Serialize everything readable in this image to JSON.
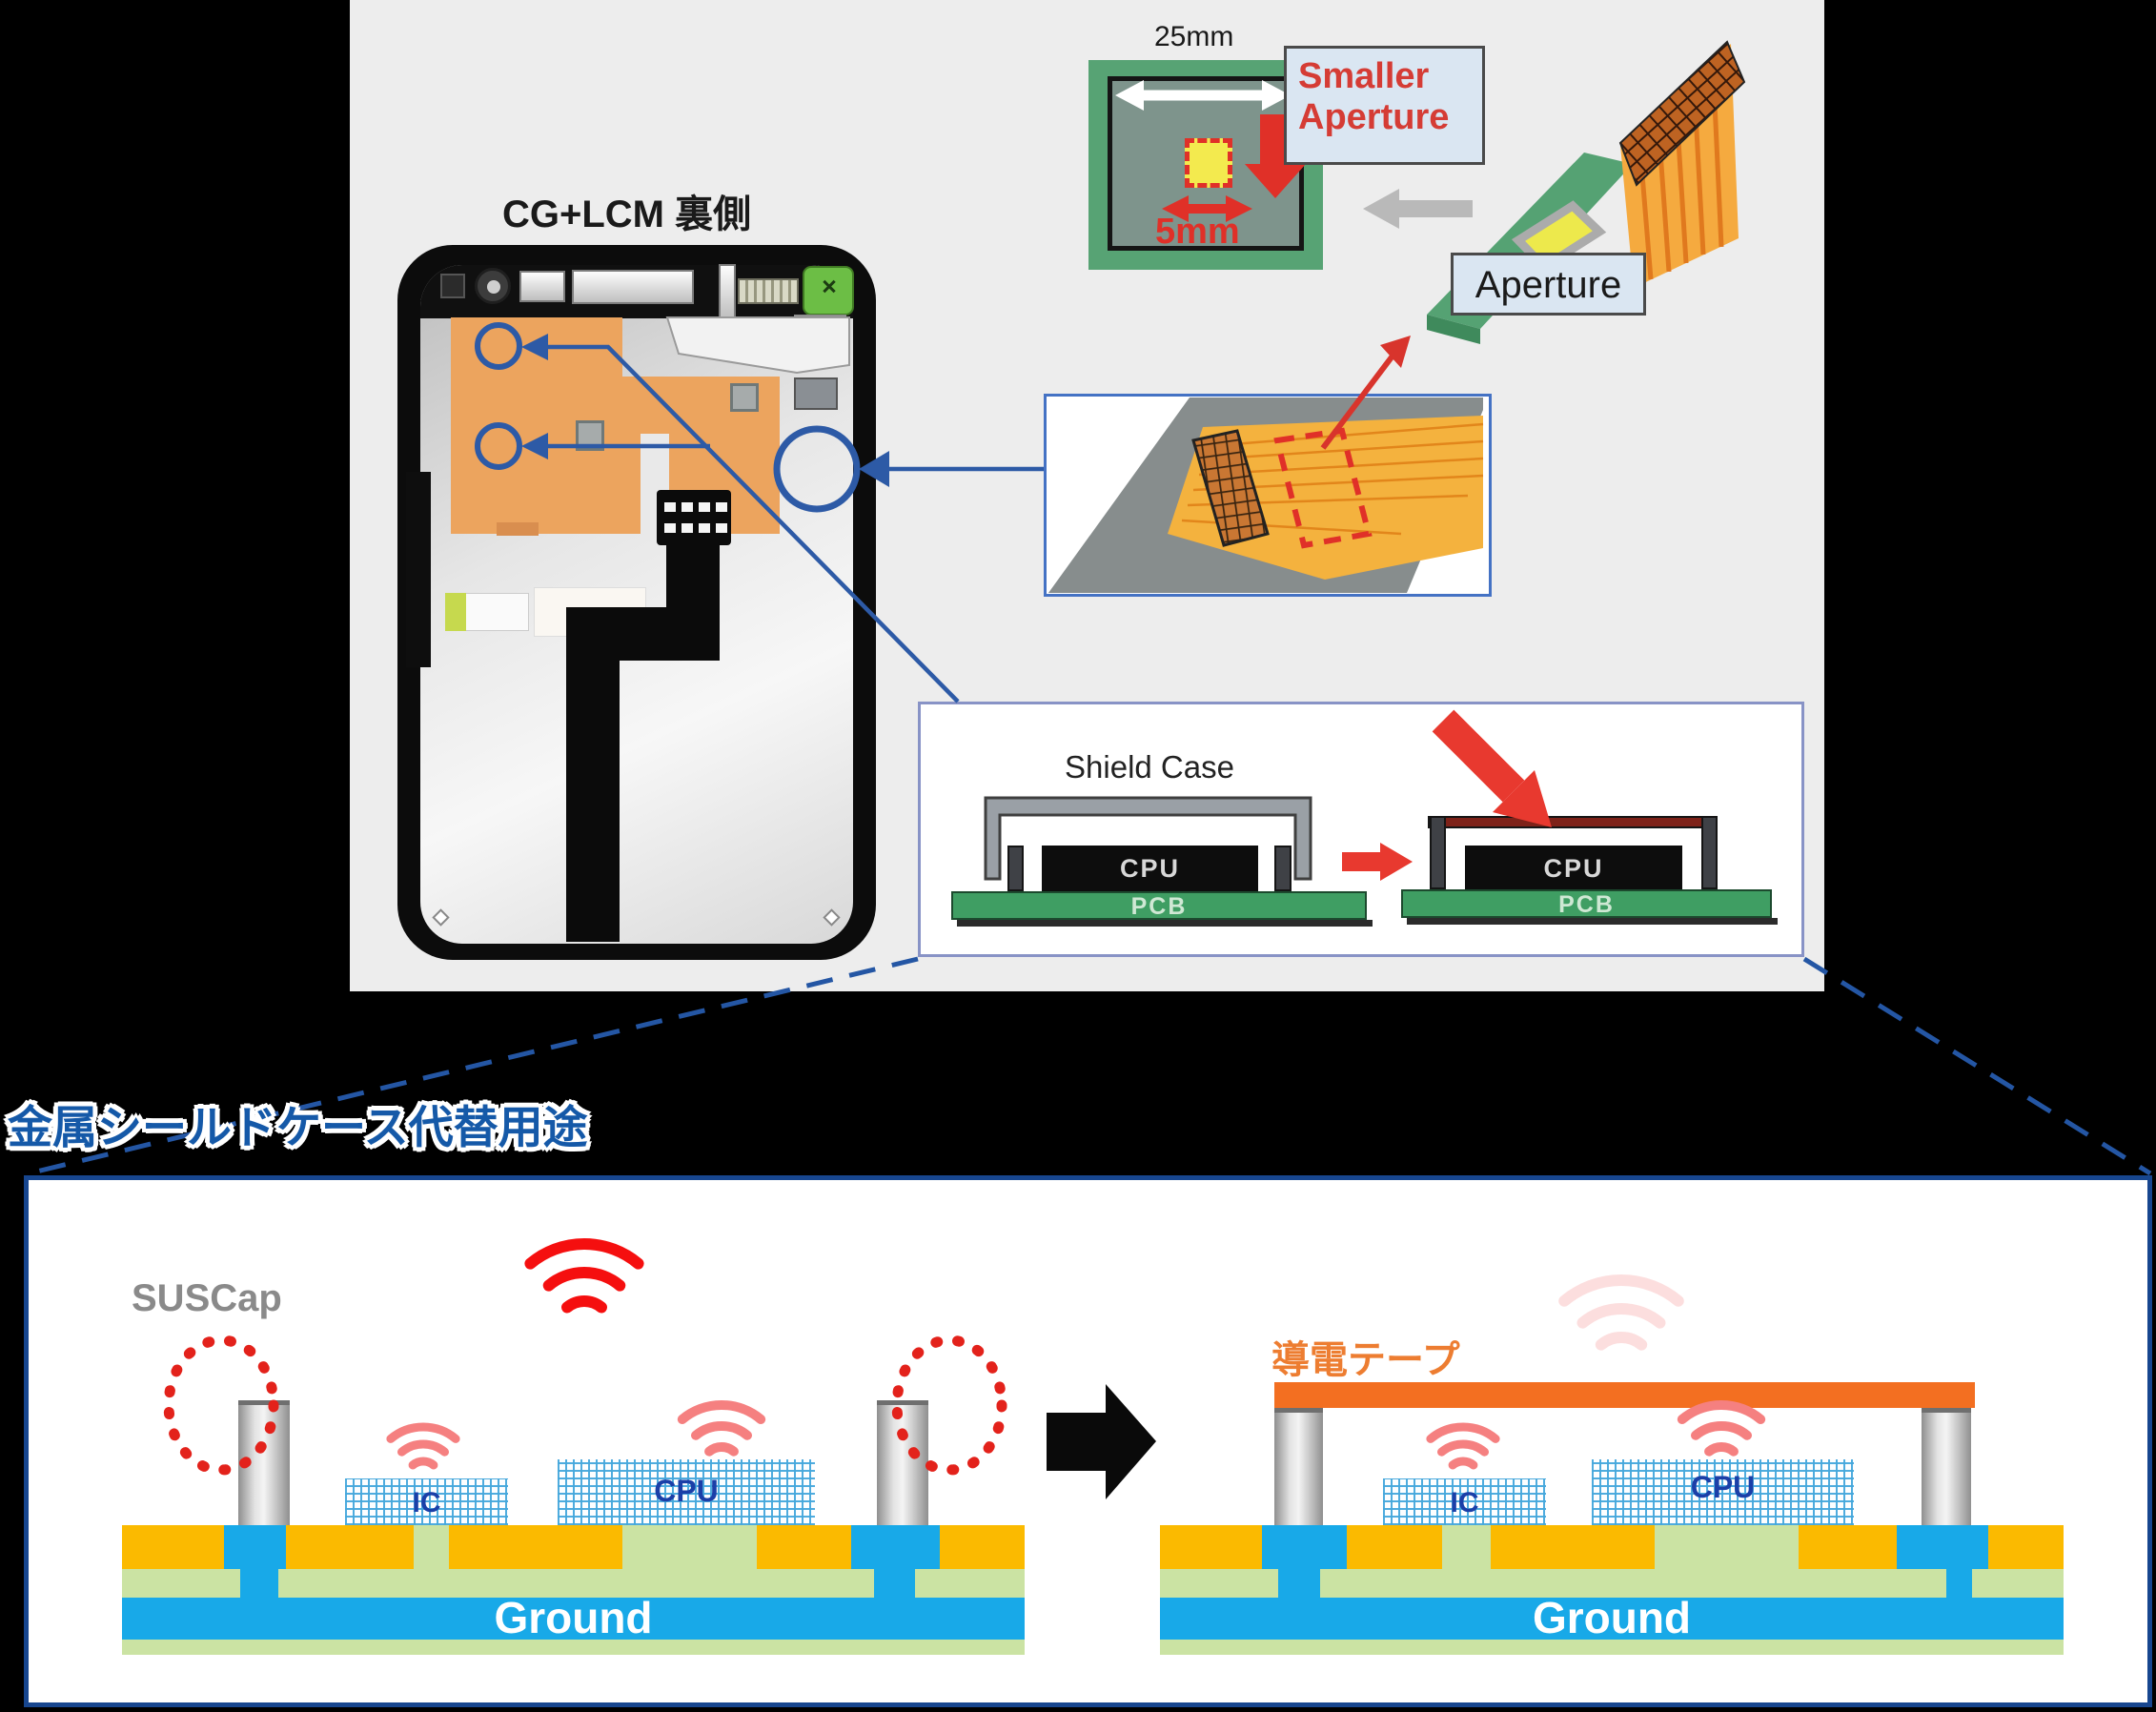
{
  "top": {
    "phone_title": "CG+LCM 裏側",
    "aperture_demo": {
      "width_label": "25mm",
      "inner_label": "5mm",
      "callout_line1": "Smaller",
      "callout_line2": "Aperture",
      "aperture_label": "Aperture"
    },
    "shield_case": {
      "title": "Shield Case",
      "left": {
        "chip": "CPU",
        "board": "PCB"
      },
      "right": {
        "chip": "CPU",
        "board": "PCB"
      }
    }
  },
  "bottom": {
    "section_title": "金属シールドケース代替用途",
    "before": {
      "cap_label": "SUSCap",
      "ic": "IC",
      "cpu": "CPU",
      "ground": "Ground"
    },
    "after": {
      "tape_label": "導電テープ",
      "ic": "IC",
      "cpu": "CPU",
      "ground": "Ground"
    }
  },
  "colors": {
    "annotation_blue": "#2d5aa6",
    "panel_border_blue": "#17468F",
    "ground_blue": "#18A9E8",
    "board_yellow": "#FBBA00",
    "board_green": "#CBE3A3",
    "tape_orange": "#F36F21",
    "alert_red": "#E03028"
  }
}
